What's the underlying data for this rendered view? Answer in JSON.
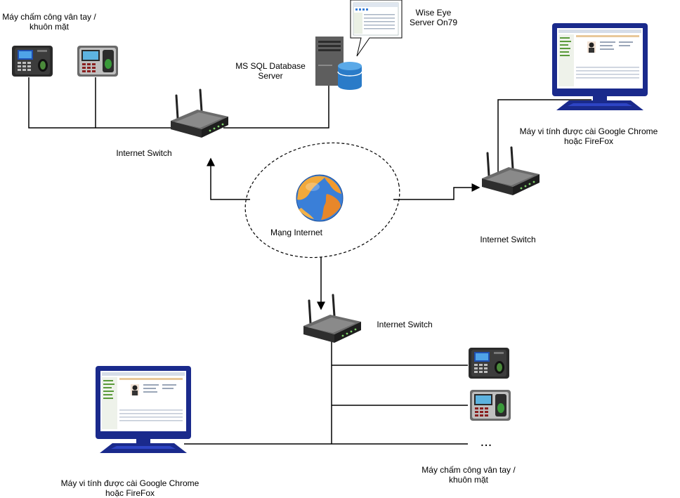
{
  "labels": {
    "top_devices": "Máy chấm công vân tay /\nkhuôn mặt",
    "wise_eye_server": "Wise Eye\nServer On79",
    "sql_server": "MS SQL Database\nServer",
    "switch_top_left": "Internet Switch",
    "internet": "Mạng Internet",
    "switch_right": "Internet Switch",
    "pc_right": "Máy vi tính được cài Google Chrome\nhoặc FireFox",
    "switch_bottom": "Internet Switch",
    "pc_bottom": "Máy vi tính được cài Google Chrome\nhoặc FireFox",
    "bottom_devices": "Máy chấm công vân tay /\nkhuôn mặt",
    "ellipsis": "..."
  },
  "icons": {
    "router": "router-icon",
    "globe": "globe-icon",
    "monitor": "monitor-icon",
    "database": "database-icon",
    "server": "server-icon",
    "fingerprint_terminal": "fingerprint-terminal-icon"
  },
  "colors": {
    "monitor_blue": "#1a2a8c",
    "db_blue": "#2a7bc8",
    "server_gray": "#5a5a5a",
    "router_dark": "#3a3a3a",
    "line": "#000000"
  }
}
